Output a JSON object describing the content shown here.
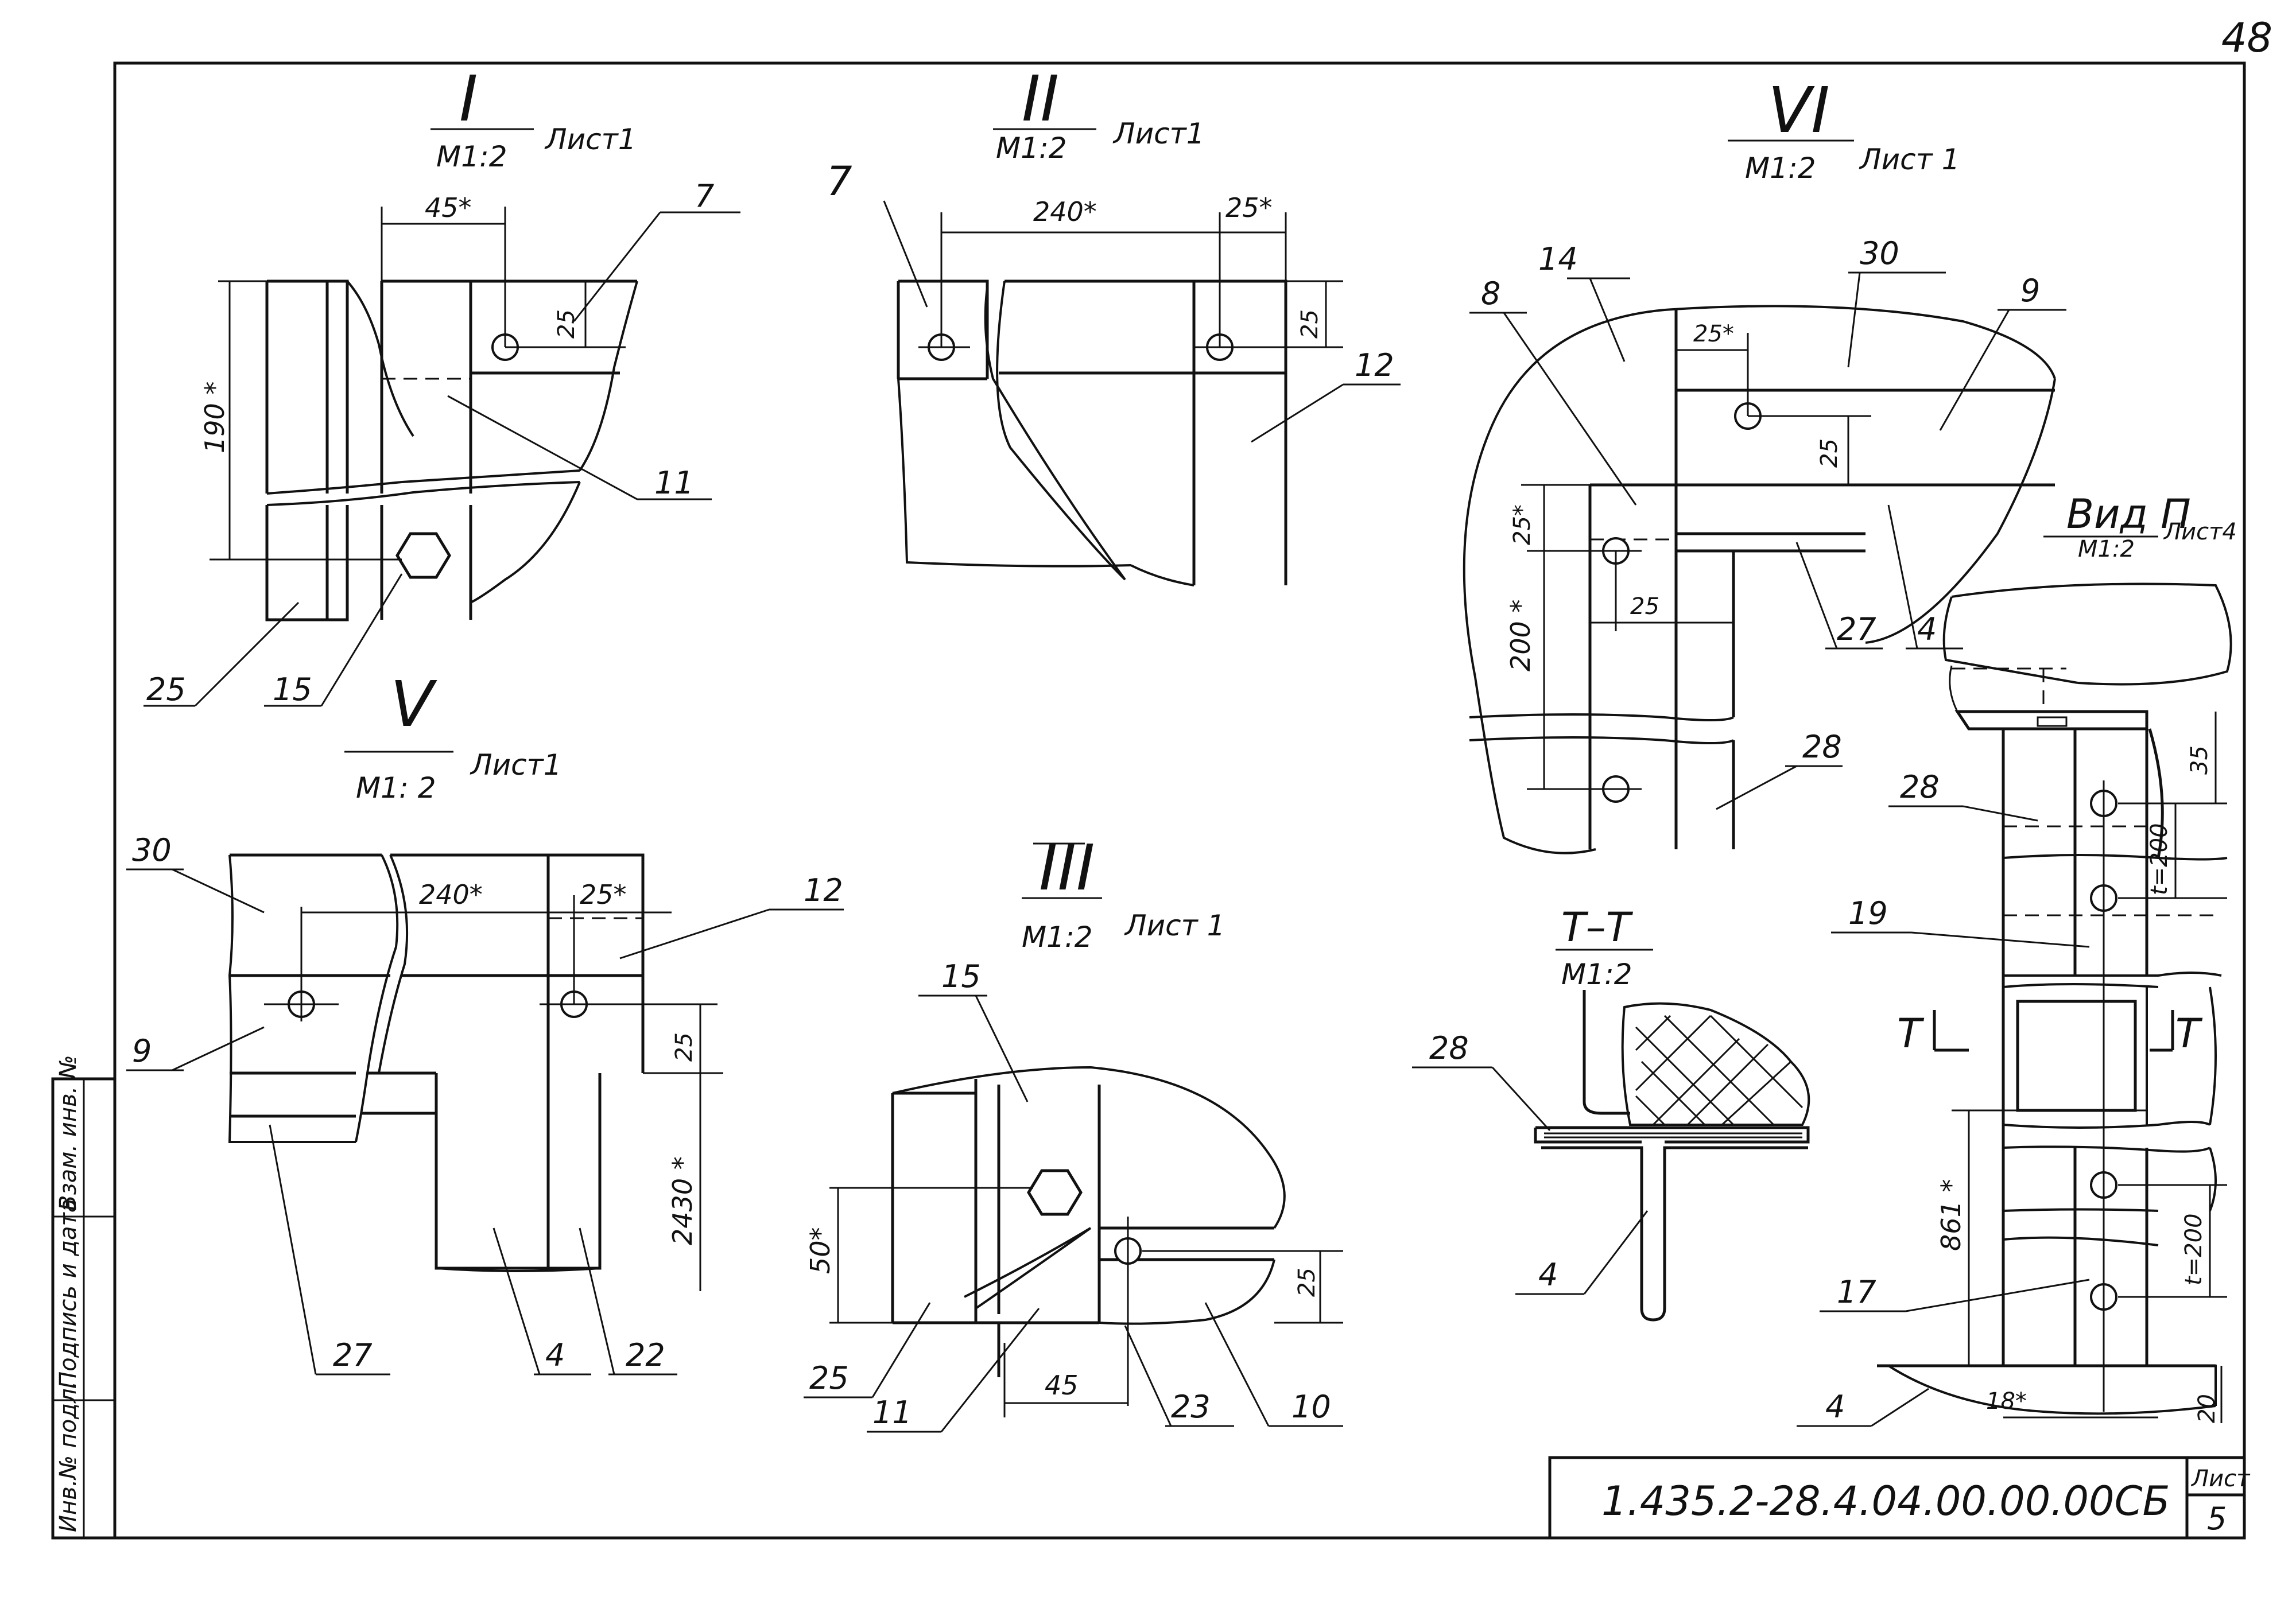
{
  "page_number": "48",
  "views": {
    "I": {
      "title": "I",
      "scale": "M1:2",
      "sheet": "Лист1",
      "dims": {
        "d1": "45*",
        "d2": "25",
        "d3": "190 *"
      },
      "labels": {
        "a": "7",
        "b": "11",
        "c": "25",
        "d": "15"
      }
    },
    "II": {
      "title": "II",
      "scale": "M1:2",
      "sheet": "Лист1",
      "dims": {
        "d1": "240*",
        "d2": "25*",
        "d3": "25"
      },
      "labels": {
        "a": "7",
        "b": "12"
      }
    },
    "VI": {
      "title": "VI",
      "scale": "M1:2",
      "sheet": "Лист 1",
      "dims": {
        "d1": "25*",
        "d2": "25",
        "d3": "25*",
        "d4": "200 *",
        "d5": "25"
      },
      "labels": {
        "a": "14",
        "b": "30",
        "c": "9",
        "d": "8",
        "e": "27",
        "f": "4",
        "g": "28"
      }
    },
    "V": {
      "title": "V",
      "scale": "M1: 2",
      "sheet": "Лист1",
      "dims": {
        "d1": "240*",
        "d2": "25*",
        "d3": "25",
        "d4": "2430 *"
      },
      "labels": {
        "a": "30",
        "b": "12",
        "c": "9",
        "d": "27",
        "e": "4",
        "f": "22"
      }
    },
    "III": {
      "title": "III",
      "scale": "M1:2",
      "sheet": "Лист 1",
      "dims": {
        "d1": "50*",
        "d2": "45",
        "d3": "25"
      },
      "labels": {
        "a": "15",
        "b": "25",
        "c": "11",
        "d": "23",
        "e": "10"
      }
    },
    "TT": {
      "title": "T–T",
      "scale": "M1:2",
      "labels": {
        "a": "28",
        "b": "4"
      }
    },
    "VidP": {
      "title": "Вид П",
      "scale": "M1:2",
      "sheet": "Лист4",
      "dims": {
        "d1": "35",
        "d2": "t=200",
        "d3": "861 *",
        "d4": "t=200",
        "d5": "18*",
        "d6": "20"
      },
      "labels": {
        "a": "28",
        "b": "19",
        "c": "17",
        "d": "4"
      },
      "cut": {
        "left": "T",
        "right": "T"
      }
    }
  },
  "sidebar": {
    "c1": "Инв.№ подл.",
    "c2": "Подпись и дата",
    "c3": "Взам. инв. №"
  },
  "titleblock": {
    "code": "1.435.2-28.4.04.00.00.00СБ",
    "sheet_label": "Лист",
    "sheet_number": "5"
  }
}
